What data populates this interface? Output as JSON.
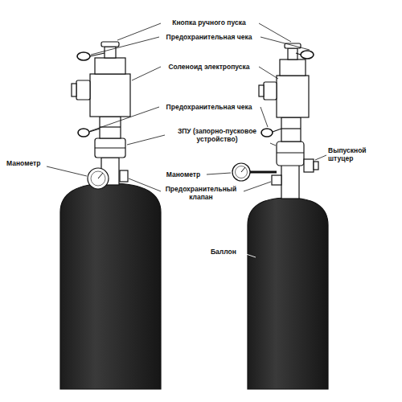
{
  "diagram": {
    "labels": [
      "Кнопка ручного пуска",
      "Предохранительная чека",
      "Соленоид электропуска",
      "Предохранительная чека",
      "ЗПУ (запорно-пусковое устройство)",
      "Манометр",
      "Выпускной штуцер",
      "Манометр",
      "Предохранительный клапан",
      "Баллон"
    ]
  }
}
